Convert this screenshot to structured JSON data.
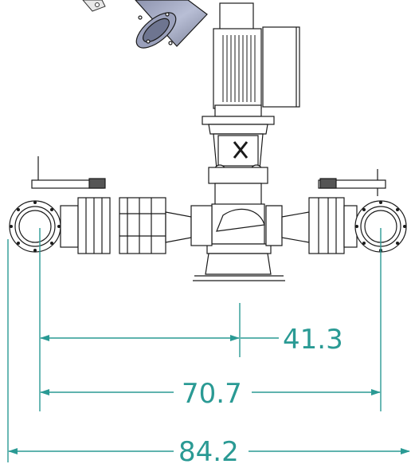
{
  "colors": {
    "dimension": "#2a9a94",
    "line": "#1a1a1a",
    "pipe_fill": "#a9b0ca",
    "pipe_shade": "#6e7590",
    "background": "#ffffff"
  },
  "dimensions": [
    {
      "value": "41.3"
    },
    {
      "value": "70.7"
    },
    {
      "value": "84.2"
    }
  ]
}
